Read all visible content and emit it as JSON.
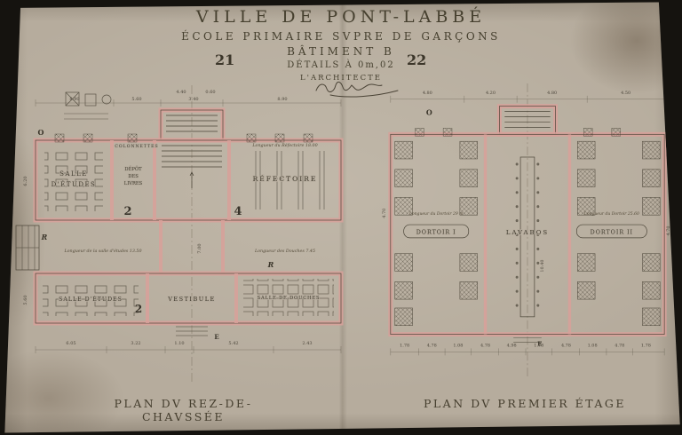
{
  "colors": {
    "paper": "#b6ac9d",
    "ink": "#4a4437",
    "wall_pink": "#d7a09a",
    "background": "#15130f"
  },
  "title_block": {
    "city": "VILLE DE PONT-LABBÉ",
    "school": "ÉCOLE PRIMAIRE SVPRE DE GARÇONS",
    "building": "BÂTIMENT B",
    "sheet_no_left": "21",
    "sheet_no_right": "22",
    "scale_note": "DÉTAILS À 0m,02",
    "architect_label": "L'ARCHITECTE"
  },
  "plan_ground": {
    "caption": "PLAN DV REZ-DE-CHAVSSÉE",
    "rooms": {
      "salle_etudes_top_1": "SALLE",
      "salle_etudes_top_2": "D'ÉTUDES",
      "depot_1": "DÉPÔT",
      "depot_2": "DES",
      "depot_3": "LIVRES",
      "colonnettes": "COLONNETTES",
      "refectoire": "RÉFECTOIRE",
      "salle_etudes_bottom": "SALLE D'ÉTUDES",
      "vestibule": "VESTIBULE",
      "douches": "SALLE DE DOUCHES"
    },
    "room_numbers": {
      "a": "2",
      "b": "4",
      "c": "2"
    },
    "markers": {
      "o": "O",
      "r1": "R",
      "r2": "R",
      "e": "E"
    },
    "annotations": {
      "refectoire": "Longueur du Réfectoire 18.00",
      "salle_etudes": "Longueur de la salle d'études 13.50",
      "douches": "Longueur des Douches 7.45"
    },
    "dims": {
      "bay": [
        "4.40",
        "0.60"
      ],
      "top": [
        "8.90",
        "5.60",
        "3.40",
        "8.90"
      ],
      "bottom": [
        "6.05",
        "3.22",
        "1.10",
        "5.42",
        "2.43"
      ],
      "left": [
        "6.20",
        "5.60"
      ],
      "middle": [
        "7.00"
      ]
    }
  },
  "plan_first": {
    "caption": "PLAN DV PREMIER ÉTAGE",
    "rooms": {
      "dortoir1": "DORTOIR I",
      "lavabos": "LAVABOS",
      "dortoir2": "DORTOIR II"
    },
    "markers": {
      "o": "O",
      "e": "E"
    },
    "annotations": {
      "dortoir1": "Longueur du Dortoir 29 m",
      "dortoir2": "Longueur du Dortoir 25.60",
      "lavabos_len": "10.40"
    },
    "dims": {
      "top": [
        "4.80",
        "4.20",
        "4.80",
        "4.50"
      ],
      "side": [
        "4.70",
        "4.70"
      ],
      "bottom": [
        "1.78",
        "4.78",
        "1.08",
        "4.78",
        "4.98",
        "1.78",
        "4.78",
        "1.08",
        "4.78",
        "1.78"
      ]
    }
  }
}
